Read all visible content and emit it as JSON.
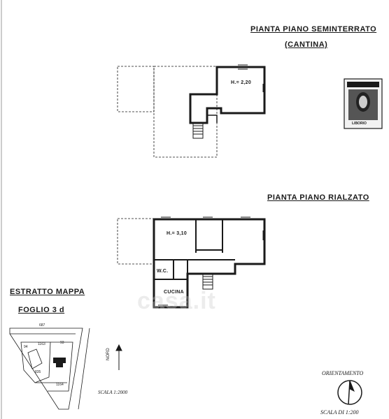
{
  "plans": {
    "basement": {
      "title_line1": "PIANTA PIANO SEMINTERRATO",
      "title_line2": "(CANTINA)",
      "height": "H.= 2,20"
    },
    "ground": {
      "title": "PIANTA PIANO RIALZATO",
      "height": "H.= 3,10",
      "wc": "W.C.",
      "kitchen": "CUCINA"
    }
  },
  "map_extract": {
    "title": "ESTRATTO MAPPA",
    "sheet": "FOGLIO 3 d",
    "parcels": [
      "687",
      "1163",
      "93",
      "94",
      "835",
      "1164"
    ],
    "north": "NORD",
    "scale": "SCALA  1:2000"
  },
  "orientation": {
    "title": "ORIENTAMENTO",
    "scale": "SCALA DI 1:200"
  },
  "stamp": {
    "text": "LIBORIO"
  },
  "watermark": "casa.it",
  "colors": {
    "ink": "#1a1a1a",
    "paper": "#ffffff",
    "watermark": "#c8c8c8"
  }
}
